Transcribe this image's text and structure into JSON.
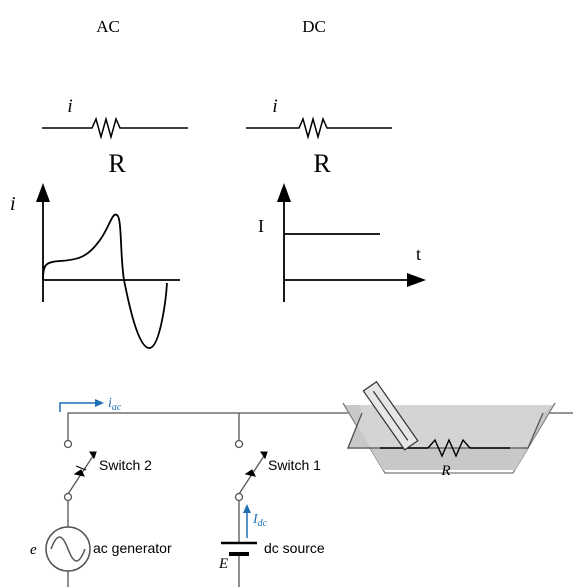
{
  "headings": {
    "ac": "AC",
    "dc": "DC"
  },
  "resistor_symbols": {
    "ac_current": "i",
    "ac_resistor": "R",
    "dc_current": "i",
    "dc_resistor": "R"
  },
  "waveforms": {
    "ac_axis_label": "i",
    "dc_axis_label": "I",
    "dc_time_label": "t"
  },
  "circuit": {
    "ac_current_main": "i",
    "ac_current_sub": "ac",
    "switch_2": "Switch 2",
    "switch_1": "Switch 1",
    "dc_current_main": "I",
    "dc_current_sub": "dc",
    "generator_symbol": "e",
    "generator_label": "ac generator",
    "source_label": "dc source",
    "battery_symbol": "E",
    "heater_resistor": "R"
  },
  "colors": {
    "ink": "#000000",
    "circuit_line": "#555555",
    "current_arrow": "#1f6fb5",
    "water": "#d4d4d4"
  }
}
